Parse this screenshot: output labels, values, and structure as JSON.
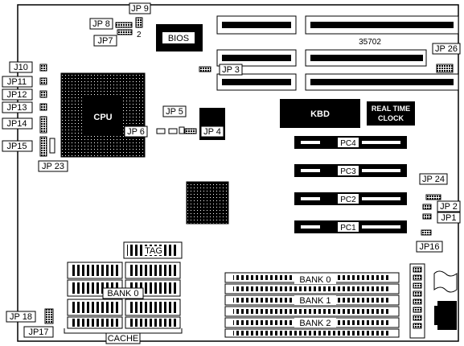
{
  "board": {
    "model": "35702",
    "bios": "BIOS",
    "cpu": "CPU",
    "kbd": "KBD",
    "rtc_line1": "REAL TIME",
    "rtc_line2": "CLOCK",
    "tag": "TAG",
    "cache_bank": "BANK 0",
    "cache": "CACHE",
    "simm_banks": [
      "BANK 0",
      "BANK 1",
      "BANK 2"
    ],
    "isa_slots": [
      "PC4",
      "PC3",
      "PC2",
      "PC1"
    ],
    "jp9_pin": "2"
  },
  "jumpers": {
    "jp9": "JP 9",
    "jp8": "JP 8",
    "jp7": "JP7",
    "jp3": "JP 3",
    "jp26": "JP 26",
    "j10": "J10",
    "jp11": "JP11",
    "jp12": "JP12",
    "jp13": "JP13",
    "jp14": "JP14",
    "jp15": "JP15",
    "jp23": "JP 23",
    "jp5": "JP 5",
    "jp6": "JP 6",
    "jp4": "JP 4",
    "jp24": "JP 24",
    "jp2": "JP 2",
    "jp1": "JP1",
    "jp16": "JP16",
    "jp18": "JP 18",
    "jp17": "JP17"
  }
}
